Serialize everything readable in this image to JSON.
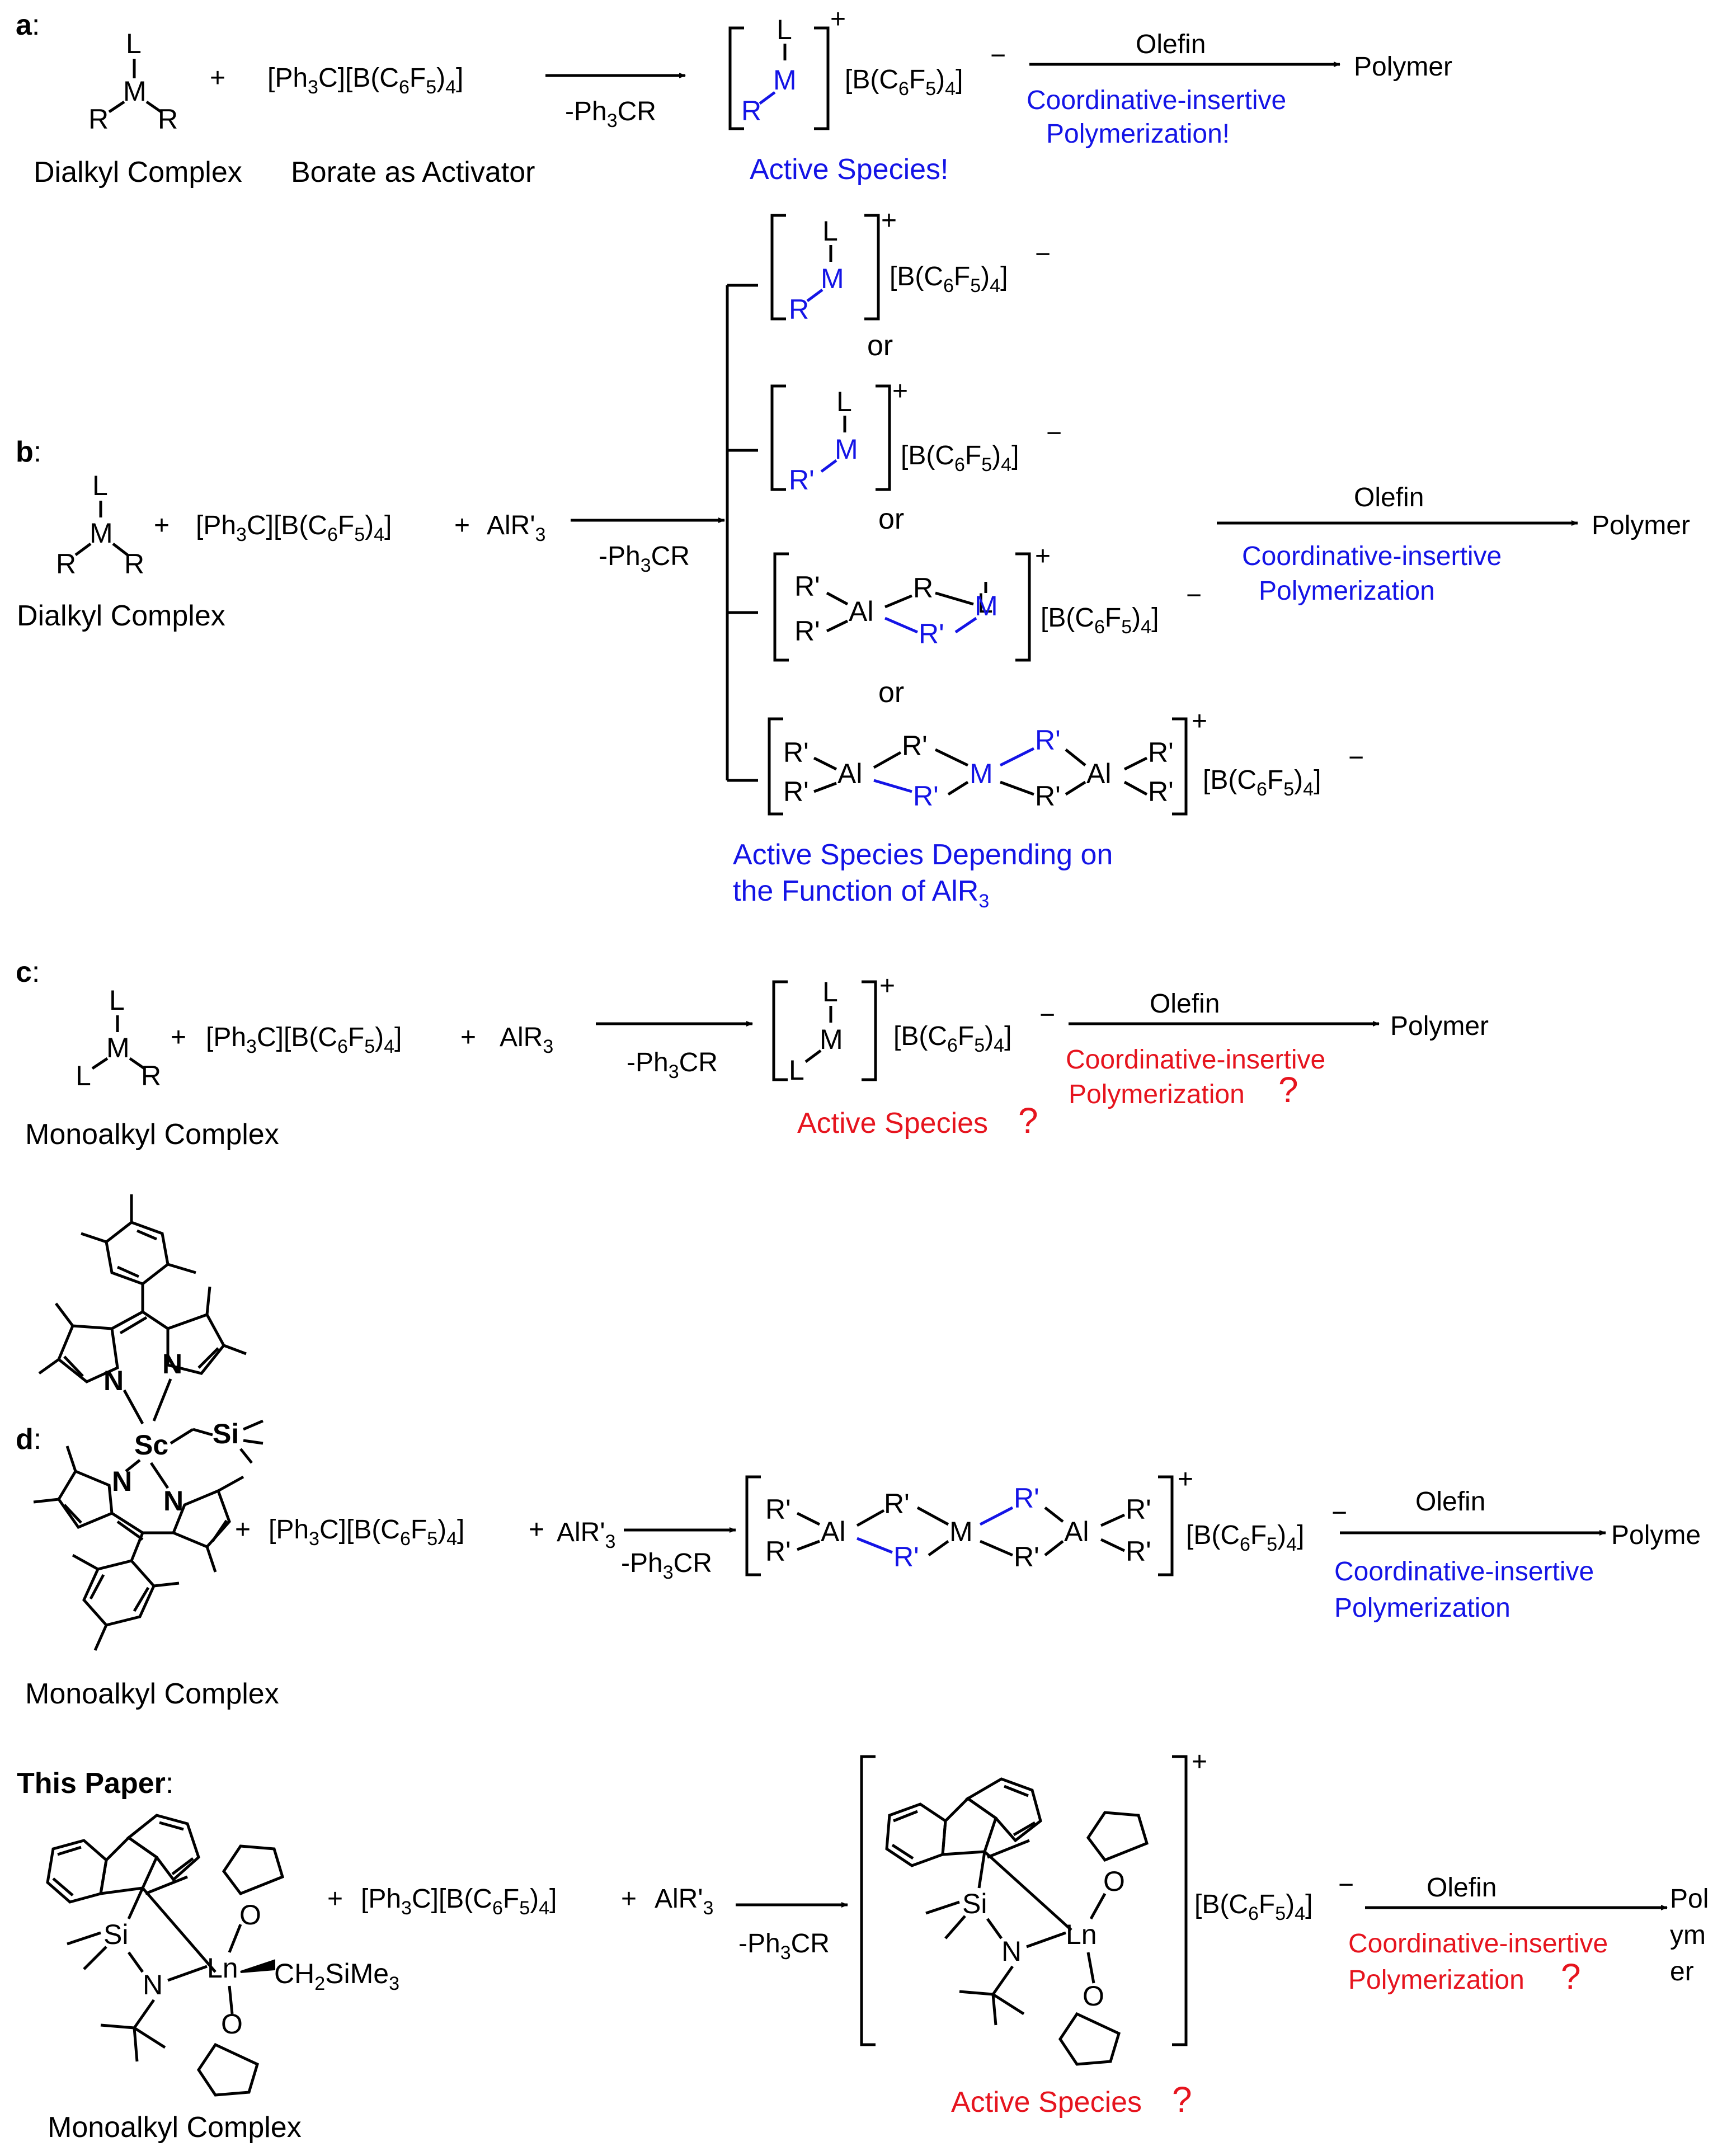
{
  "panels": {
    "a": {
      "label": "a",
      "colon": ":"
    },
    "b": {
      "label": "b",
      "colon": ":"
    },
    "c": {
      "label": "c",
      "colon": ":"
    },
    "d": {
      "label": "d",
      "colon": ":"
    },
    "paper": {
      "label": "This Paper",
      "colon": ":"
    }
  },
  "atoms": {
    "L": "L",
    "M": "M",
    "R": "R",
    "Rp": "R'",
    "Al": "Al",
    "Ln": "Ln",
    "Si": "Si",
    "N": "N",
    "O": "O",
    "Sc": "Sc",
    "ch2": "CH",
    "sub2": "2",
    "sime3": "SiMe",
    "sub3": "3"
  },
  "reagents": {
    "trityl": {
      "a": "[Ph",
      "b": "3",
      "c": "C][B(C",
      "d": "6",
      "e": "F",
      "f": "5",
      "g": ")",
      "h": "4",
      "i": "]"
    },
    "borate": {
      "a": "[B(C",
      "b": "6",
      "c": "F",
      "d": "5",
      "e": ")",
      "f": "4",
      "g": "]"
    },
    "minus": "−",
    "plus": "+",
    "cation": "+",
    "ph3cr": {
      "a": "-Ph",
      "b": "3",
      "c": "CR"
    },
    "alr3": {
      "a": "AlR",
      "b": "3"
    },
    "alrp3": {
      "a": "AlR'",
      "b": "3"
    },
    "alrp3fn": {
      "a": "AlR",
      "b": "3"
    }
  },
  "labels": {
    "olefin": "Olefin",
    "polymer": "Polymer",
    "polyme": "Polyme",
    "pol": "Pol",
    "ym": "ym",
    "er": "er",
    "or": "or",
    "q": "?",
    "dialkyl": "Dialkyl Complex",
    "monoalkyl": "Monoalkyl Complex",
    "borate_activator": "Borate as Activator",
    "active_excl": "Active Species!",
    "active_species": "Active Species",
    "active_dep1": "Active Species Depending on",
    "active_dep2": "the Function of AlR",
    "ci": "Coordinative-insertive",
    "ci_short": "Coordinative-inser",
    "ci_tail": "tive",
    "poly_excl": "Polymerization!",
    "poly": "Polymerization"
  },
  "colors": {
    "blue": "#1414e6",
    "red": "#e6141e",
    "text": "#000000"
  }
}
